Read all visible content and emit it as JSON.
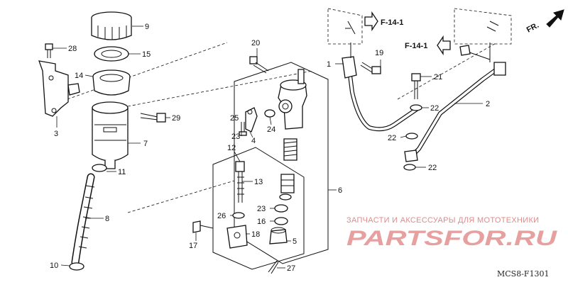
{
  "callouts": {
    "c1": "1",
    "c2": "2",
    "c3": "3",
    "c4": "4",
    "c5": "5",
    "c6": "6",
    "c7": "7",
    "c8": "8",
    "c9": "9",
    "c10": "10",
    "c11": "11",
    "c12": "12",
    "c13": "13",
    "c14": "14",
    "c15": "15",
    "c16": "16",
    "c17": "17",
    "c18": "18",
    "c19": "19",
    "c20": "20",
    "c21": "21",
    "c22a": "22",
    "c22b": "22",
    "c22c": "22",
    "c23a": "23",
    "c23b": "23",
    "c24": "24",
    "c25": "25",
    "c26": "26",
    "c27": "27",
    "c28": "28",
    "c29": "29"
  },
  "references": {
    "ref_right": "F-14-1",
    "ref_left": "F-14-1"
  },
  "direction_label": "FR.",
  "watermark": {
    "tagline": "ЗАПЧАСТИ И АКСЕССУАРЫ ДЛЯ МОТОТЕХНИКИ",
    "logo": "PARTSFOR.RU"
  },
  "diagram_code": "MCS8-F1301",
  "colors": {
    "line": "#111111",
    "watermark": "#e7a0a0"
  }
}
